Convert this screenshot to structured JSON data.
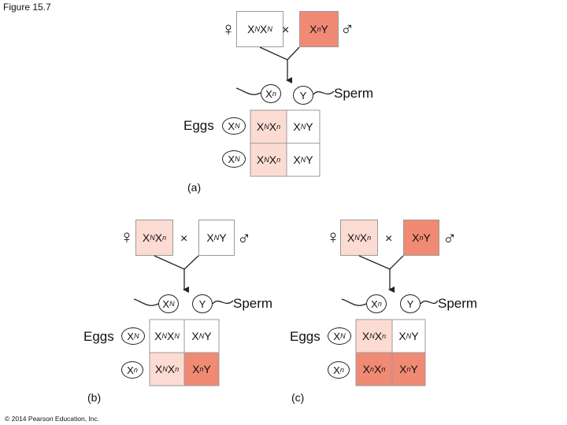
{
  "figure_title": "Figure 15.7",
  "copyright": "© 2014 Pearson Education, Inc.",
  "labels": {
    "sperm": "Sperm",
    "eggs": "Eggs",
    "cross": "×"
  },
  "symbols": {
    "female": "♀",
    "male": "♂"
  },
  "colors": {
    "light": "#fcdcd2",
    "dark": "#f08a74",
    "white": "#ffffff"
  },
  "panels": [
    {
      "label": "(a)",
      "mother": {
        "base": "X",
        "sup1": "N",
        "base2": "X",
        "sup2": "N",
        "fill": "white"
      },
      "father": {
        "base": "X",
        "sup1": "n",
        "base2": "Y",
        "sup2": "",
        "fill": "dark"
      },
      "sperm": [
        {
          "base": "X",
          "sup": "n"
        },
        {
          "base": "Y",
          "sup": ""
        }
      ],
      "eggs": [
        {
          "base": "X",
          "sup": "N"
        },
        {
          "base": "X",
          "sup": "N"
        }
      ],
      "grid": [
        [
          {
            "a": "X",
            "as": "N",
            "b": "X",
            "bs": "n",
            "fill": "light"
          },
          {
            "a": "X",
            "as": "N",
            "b": "Y",
            "bs": "",
            "fill": "white"
          }
        ],
        [
          {
            "a": "X",
            "as": "N",
            "b": "X",
            "bs": "n",
            "fill": "light"
          },
          {
            "a": "X",
            "as": "N",
            "b": "Y",
            "bs": "",
            "fill": "white"
          }
        ]
      ]
    },
    {
      "label": "(b)",
      "mother": {
        "base": "X",
        "sup1": "N",
        "base2": "X",
        "sup2": "n",
        "fill": "light"
      },
      "father": {
        "base": "X",
        "sup1": "N",
        "base2": "Y",
        "sup2": "",
        "fill": "white"
      },
      "sperm": [
        {
          "base": "X",
          "sup": "N"
        },
        {
          "base": "Y",
          "sup": ""
        }
      ],
      "eggs": [
        {
          "base": "X",
          "sup": "N"
        },
        {
          "base": "X",
          "sup": "n"
        }
      ],
      "grid": [
        [
          {
            "a": "X",
            "as": "N",
            "b": "X",
            "bs": "N",
            "fill": "white"
          },
          {
            "a": "X",
            "as": "N",
            "b": "Y",
            "bs": "",
            "fill": "white"
          }
        ],
        [
          {
            "a": "X",
            "as": "N",
            "b": "X",
            "bs": "n",
            "fill": "light"
          },
          {
            "a": "X",
            "as": "n",
            "b": "Y",
            "bs": "",
            "fill": "dark"
          }
        ]
      ]
    },
    {
      "label": "(c)",
      "mother": {
        "base": "X",
        "sup1": "N",
        "base2": "X",
        "sup2": "n",
        "fill": "light"
      },
      "father": {
        "base": "X",
        "sup1": "n",
        "base2": "Y",
        "sup2": "",
        "fill": "dark"
      },
      "sperm": [
        {
          "base": "X",
          "sup": "n"
        },
        {
          "base": "Y",
          "sup": ""
        }
      ],
      "eggs": [
        {
          "base": "X",
          "sup": "N"
        },
        {
          "base": "X",
          "sup": "n"
        }
      ],
      "grid": [
        [
          {
            "a": "X",
            "as": "N",
            "b": "X",
            "bs": "n",
            "fill": "light"
          },
          {
            "a": "X",
            "as": "N",
            "b": "Y",
            "bs": "",
            "fill": "white"
          }
        ],
        [
          {
            "a": "X",
            "as": "n",
            "b": "X",
            "bs": "n",
            "fill": "dark"
          },
          {
            "a": "X",
            "as": "n",
            "b": "Y",
            "bs": "",
            "fill": "dark"
          }
        ]
      ]
    }
  ]
}
